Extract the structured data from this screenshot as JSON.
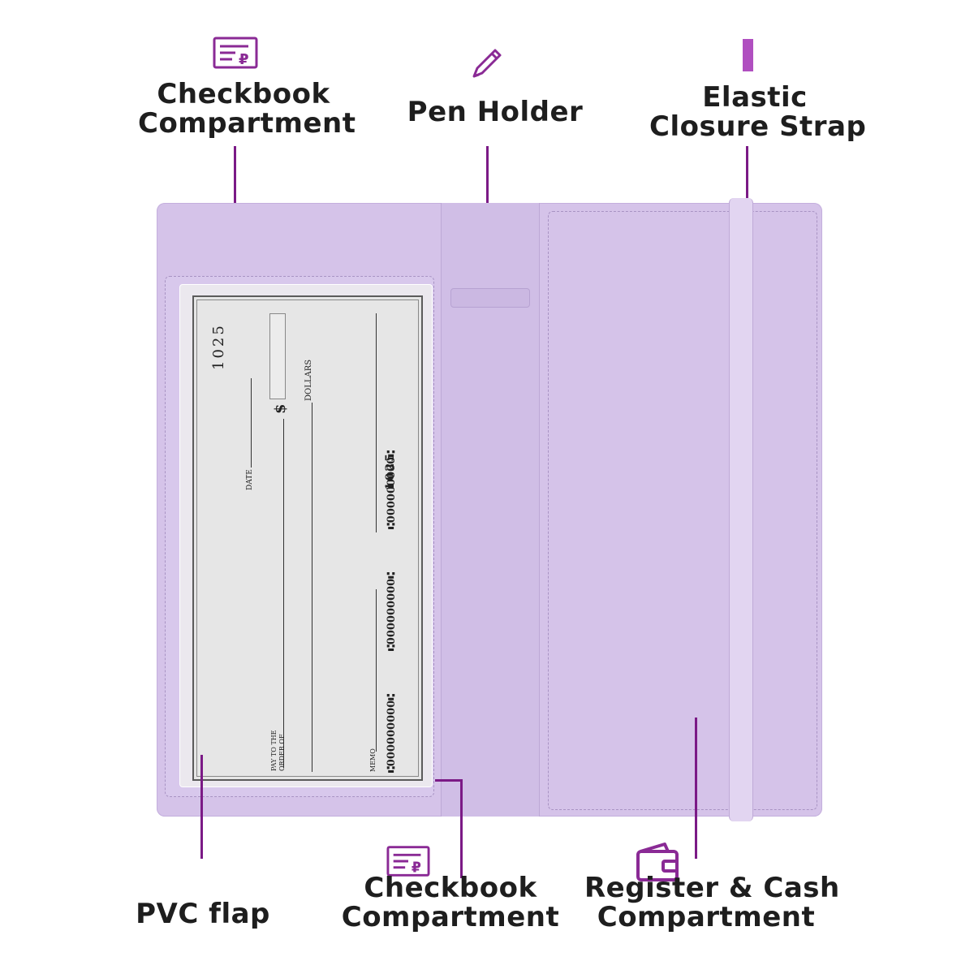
{
  "labels": {
    "checkbook_top": [
      "Checkbook",
      "Compartment"
    ],
    "pen_holder": [
      "Pen Holder"
    ],
    "elastic": [
      "Elastic",
      "Closure Strap"
    ],
    "pvc_flap": [
      "PVC flap"
    ],
    "checkbook_bottom": [
      "Checkbook",
      "Compartment"
    ],
    "register_cash": [
      "Register & Cash",
      "Compartment"
    ]
  },
  "check": {
    "number": "1025",
    "dollars": "DOLLARS",
    "date": "DATE",
    "pay_to": "PAY TO THE",
    "order_of": "ORDER OF",
    "memo": "MEMO",
    "dollar_sign": "$",
    "micr_1": "⑆000000000⑆",
    "micr_2": "⑆000000000⑆",
    "micr_3": "1025"
  },
  "colors": {
    "accent": "#7b1a86",
    "wallet": "#d5c3e9",
    "icon": "#8a2a95"
  },
  "icons": [
    "check-icon",
    "pen-icon",
    "strap-icon",
    "check-icon",
    "wallet-icon"
  ]
}
